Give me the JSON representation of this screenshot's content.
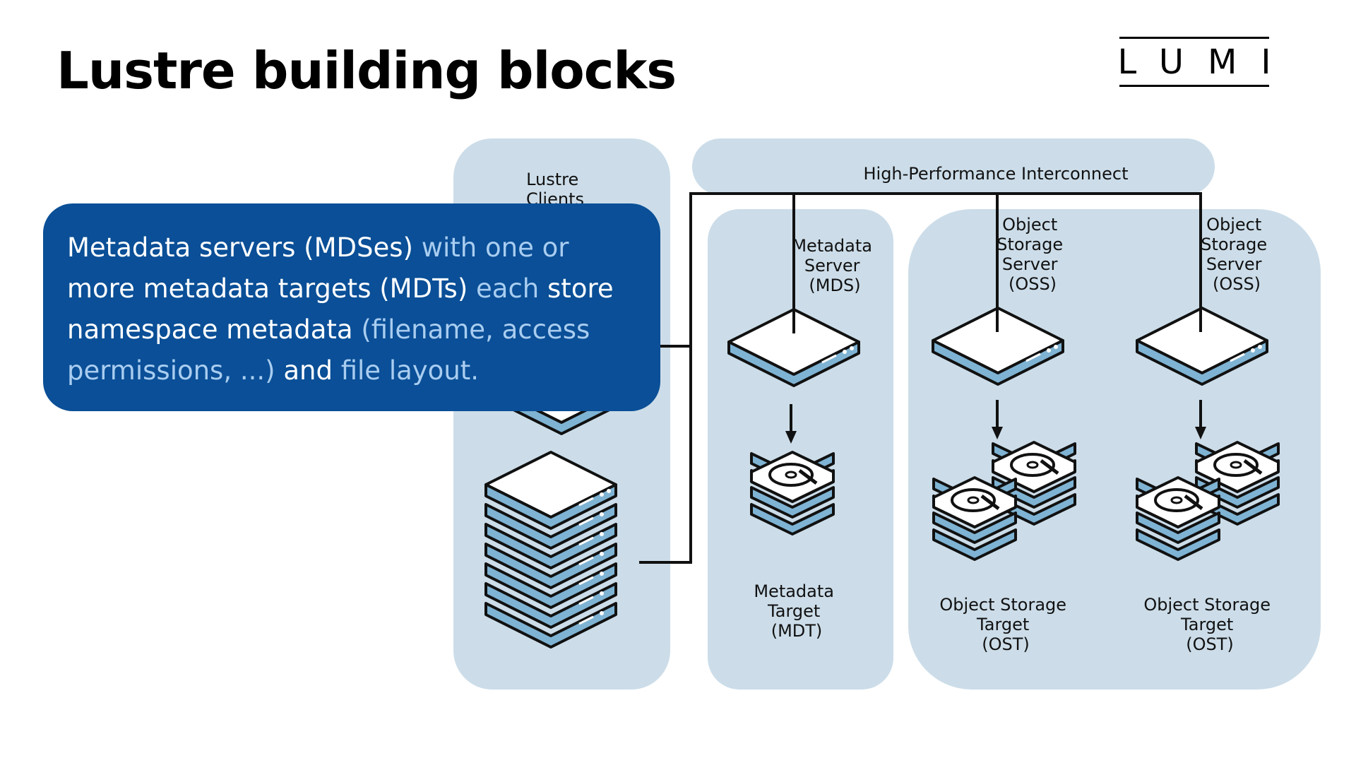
{
  "slide": {
    "title": "Lustre building blocks",
    "logo_text": "LUMI"
  },
  "diagram": {
    "interconnect_label": "High-Performance Interconnect",
    "clients_label": [
      "Lustre",
      "Clients"
    ],
    "mds_label": [
      "Metadata",
      "Server",
      "(MDS)"
    ],
    "mdt_label": [
      "Metadata",
      "Target",
      "(MDT)"
    ],
    "oss_label": [
      "Object",
      "Storage",
      "Server",
      "(OSS)"
    ],
    "ost_label": [
      "Object Storage",
      "Target",
      "(OST)"
    ]
  },
  "callout": {
    "segments": [
      {
        "text": "Metadata servers (MDSes) ",
        "highlight": false
      },
      {
        "text": "with one or ",
        "highlight": true
      },
      {
        "text": "more metadata targets (MDTs) ",
        "highlight": false
      },
      {
        "text": "each ",
        "highlight": true
      },
      {
        "text": "store namespace metadata ",
        "highlight": false
      },
      {
        "text": "(filename, ",
        "highlight": true
      },
      {
        "text": "access permissions, ...) ",
        "highlight": true
      },
      {
        "text": "and ",
        "highlight": false
      },
      {
        "text": "file layout.",
        "highlight": true
      }
    ]
  },
  "colors": {
    "panel": "#ccdde9",
    "server_body": "#7fb3d3",
    "callout_bg": "#0a4f97",
    "callout_highlight": "#a9cdf0"
  }
}
